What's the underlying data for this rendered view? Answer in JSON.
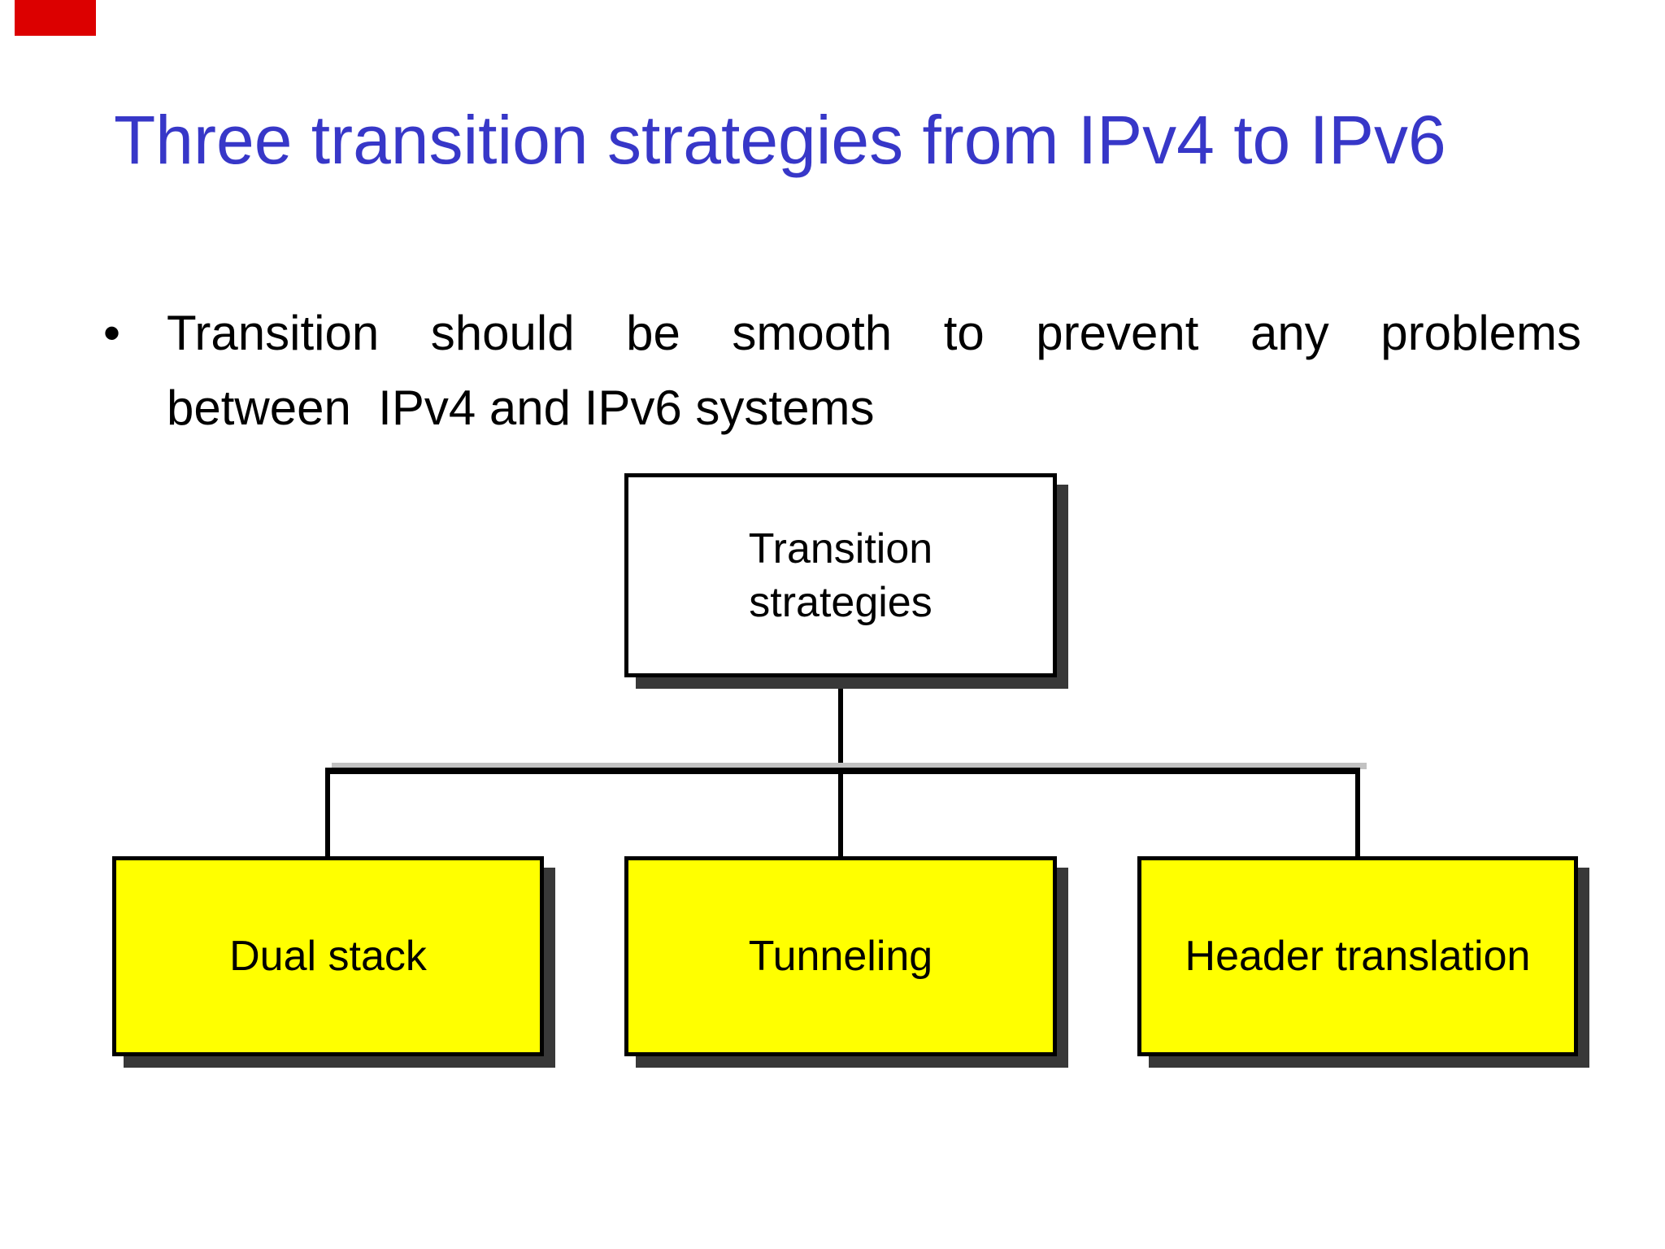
{
  "slide": {
    "background": "#ffffff",
    "red_corner_marker": {
      "color": "#dc0000"
    },
    "title": {
      "text": "Three transition strategies from IPv4 to IPv6",
      "color": "#3737c8"
    },
    "bullet": {
      "marker": "•",
      "line1": "Transition should be smooth to prevent any problems",
      "line2": "between  IPv4 and IPv6 systems"
    },
    "diagram": {
      "root": {
        "lines": [
          "Transition",
          "strategies"
        ],
        "fill": "#ffffff"
      },
      "children": [
        {
          "label": "Dual stack",
          "fill": "#ffff00"
        },
        {
          "label": "Tunneling",
          "fill": "#ffff00"
        },
        {
          "label": "Header translation",
          "fill": "#ffff00"
        }
      ],
      "border_color": "#000000",
      "shadow_color": "#383838",
      "connector_color": "#000000"
    }
  }
}
